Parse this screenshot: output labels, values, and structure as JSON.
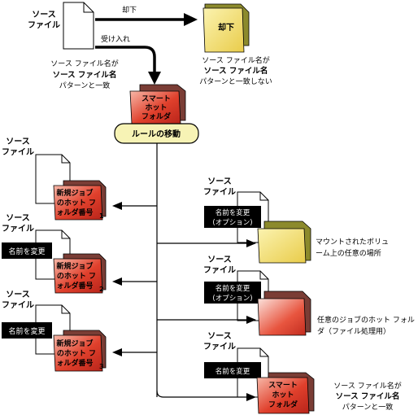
{
  "source_file": {
    "line1": "ソース",
    "line2": "ファイル"
  },
  "top": {
    "reject_label": "却下",
    "accept_label": "受け入れ",
    "reject_folder": "却下",
    "match_note": {
      "line1": "ソース ファイル名が",
      "line2": "ソース ファイル名",
      "line3": "パターンと一致"
    },
    "nomatch_note": {
      "line1": "ソース ファイル名が",
      "line2": "ソース ファイル名",
      "line3": "パターンと一致しない"
    }
  },
  "smart_folder": {
    "line1": "スマート",
    "line2": "ホット",
    "line3": "フォルダ"
  },
  "rule_box": "ルールの移動",
  "left_branches": [
    {
      "file1": "ソース",
      "file2": "ファイル",
      "rename": "",
      "folder1": "新規ジョブ",
      "folder2": "のホット フ",
      "folder3": "ォルダ番号",
      "num": "1"
    },
    {
      "file1": "ソース",
      "file2": "ファイル",
      "rename": "名前を変更",
      "folder1": "新規ジョブ",
      "folder2": "のホット フ",
      "folder3": "ォルダ番号",
      "num": "2"
    },
    {
      "file1": "ソース",
      "file2": "ファイル",
      "rename": "名前を変更",
      "folder1": "新規ジョブ",
      "folder2": "のホット フ",
      "folder3": "ォルダ番号",
      "num": "3"
    }
  ],
  "right_branches": [
    {
      "file1": "ソース",
      "file2": "ファイル",
      "rename1": "名前を変更",
      "rename2": "(オプション)",
      "desc1": "マウントされたボリュ",
      "desc2": "ーム上の任意の場所"
    },
    {
      "file1": "ソース",
      "file2": "ファイル",
      "rename1": "名前を変更",
      "rename2": "(オプション)",
      "desc1": "任意のジョブのホット フォル",
      "desc2": "ダ（ファイル処理用）"
    },
    {
      "file1": "ソース",
      "file2": "ファイル",
      "rename1": "名前を変更",
      "desc1": "ソース ファイル名が",
      "desc2": "ソース ファイル名",
      "desc3": "パターンと一致"
    }
  ],
  "colors": {
    "yellow_folder": "#f5e27a",
    "red_folder": "#e23b2b",
    "tab_olive": "#8c8a2c",
    "tab_brown": "#7a3d35",
    "box_fill": "#f7f3b5"
  }
}
